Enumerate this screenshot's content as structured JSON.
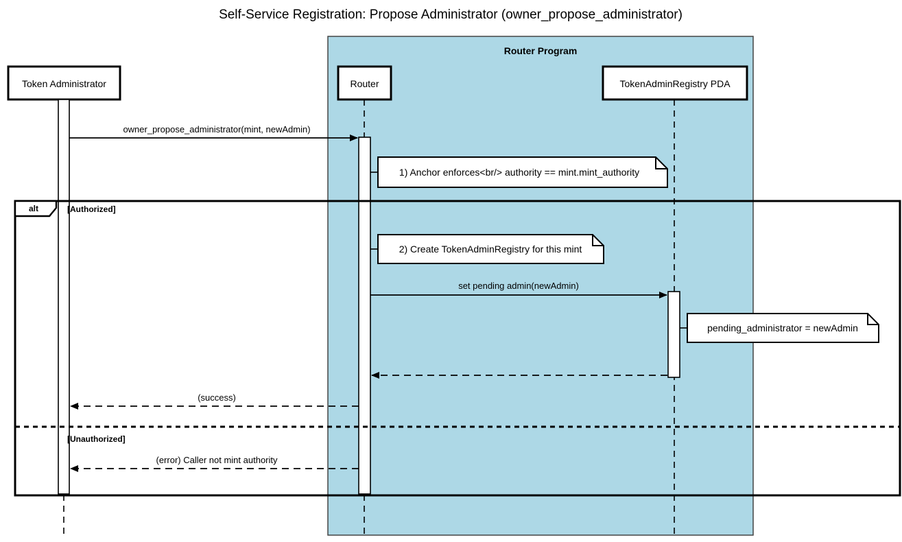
{
  "diagram": {
    "title": "Self-Service Registration: Propose Administrator (owner_propose_administrator)",
    "type": "uml-sequence-diagram",
    "colors": {
      "group_fill": "#ADD8E6",
      "participant_fill": "#FFFFFF",
      "stroke": "#000000",
      "note_fill": "#FFFFFF",
      "background": "#FFFFFF"
    },
    "group_box": {
      "label": "Router Program"
    },
    "participants": [
      {
        "id": "actor",
        "label": "Token Administrator",
        "in_group": false
      },
      {
        "id": "router",
        "label": "Router",
        "in_group": true
      },
      {
        "id": "pda",
        "label": "TokenAdminRegistry PDA",
        "in_group": true
      }
    ],
    "notes": [
      {
        "id": "note1",
        "text": "1) Anchor enforces<br/> authority == mint.mint_authority",
        "attached_to": "router"
      },
      {
        "id": "note2",
        "text": "2) Create TokenAdminRegistry for this mint",
        "attached_to": "router"
      },
      {
        "id": "note3",
        "text": "pending_administrator = newAdmin",
        "attached_to": "pda"
      }
    ],
    "messages": [
      {
        "id": "m1",
        "from": "actor",
        "to": "router",
        "label": "owner_propose_administrator(mint, newAdmin)",
        "style": "solid",
        "arrow": "filled"
      },
      {
        "id": "m2",
        "from": "router",
        "to": "pda",
        "label": "set pending admin(newAdmin)",
        "style": "solid",
        "arrow": "filled"
      },
      {
        "id": "m3",
        "from": "pda",
        "to": "router",
        "label": "",
        "style": "dashed",
        "arrow": "filled"
      },
      {
        "id": "m4",
        "from": "router",
        "to": "actor",
        "label": "(success)",
        "style": "dashed",
        "arrow": "filled"
      },
      {
        "id": "m5",
        "from": "router",
        "to": "actor",
        "label": "(error) Caller not mint authority",
        "style": "dashed",
        "arrow": "filled"
      }
    ],
    "fragment": {
      "operator": "alt",
      "branches": [
        {
          "guard": "[Authorized]"
        },
        {
          "guard": "[Unauthorized]"
        }
      ]
    }
  }
}
